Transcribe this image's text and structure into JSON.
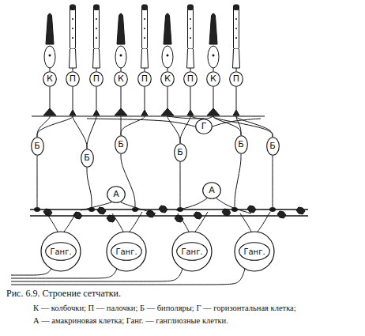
{
  "diagram": {
    "caption": "Рис. 6.9. Строение сетчатки.",
    "nodes": [
      {
        "text": [
          "К"
        ]
      },
      {
        "text": [
          "П"
        ]
      },
      {
        "text": [
          "П"
        ]
      },
      {
        "text": [
          "К"
        ]
      },
      {
        "text": [
          "П"
        ]
      },
      {
        "text": [
          "К"
        ]
      },
      {
        "text": [
          "П"
        ]
      },
      {
        "text": [
          "К"
        ]
      },
      {
        "text": [
          "П"
        ]
      },
      {
        "text": [
          "Г"
        ]
      },
      {
        "text": [
          "Б"
        ]
      },
      {
        "text": [
          "Б"
        ]
      },
      {
        "text": [
          "Б"
        ]
      },
      {
        "text": [
          "Б"
        ]
      },
      {
        "text": [
          "Б"
        ]
      },
      {
        "text": [
          "Б"
        ]
      },
      {
        "text": [
          "А"
        ]
      },
      {
        "text": [
          "А"
        ]
      },
      {
        "text": [
          "Ганг."
        ]
      },
      {
        "text": [
          "Ганг."
        ]
      },
      {
        "text": [
          "Ганг."
        ]
      },
      {
        "text": [
          "Ганг."
        ]
      }
    ],
    "labels": [
      "К — колбочки; П — палочки; Б — биполяры; Г — горизонтальная клетка;",
      "А — амакриновая клетка; Ганг. — ганглиозные клетки."
    ]
  }
}
